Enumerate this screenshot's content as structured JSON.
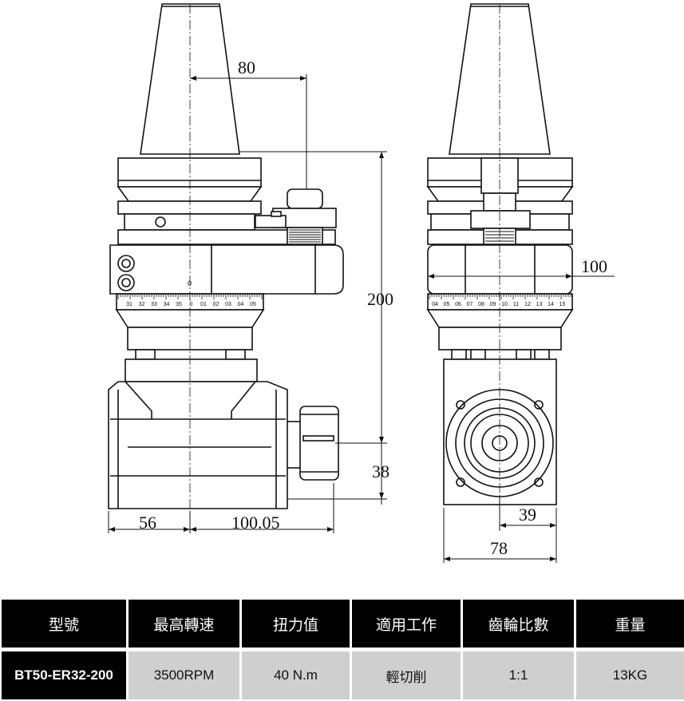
{
  "drawing": {
    "front_view": {
      "dimensions": {
        "top_offset": "80",
        "overall_height": "200",
        "lower_height": "38",
        "left_width": "56",
        "right_width": "100.05"
      },
      "scale_labels": [
        "31",
        "32",
        "33",
        "34",
        "35",
        "0",
        "01",
        "02",
        "03",
        "04",
        "05"
      ],
      "zero_mark": "0"
    },
    "side_view": {
      "dimensions": {
        "body_width": "100",
        "center_offset": "39",
        "head_width": "78"
      },
      "scale_labels": [
        "04",
        "05",
        "06",
        "07",
        "08",
        "09",
        "10",
        "11",
        "12",
        "13",
        "14",
        "15"
      ]
    }
  },
  "spec_table": {
    "headers": [
      "型號",
      "最高轉速",
      "扭力值",
      "適用工作",
      "齒輪比數",
      "重量"
    ],
    "row": [
      "BT50-ER32-200",
      "3500RPM",
      "40 N.m",
      "輕切削",
      "1:1",
      "13KG"
    ]
  }
}
